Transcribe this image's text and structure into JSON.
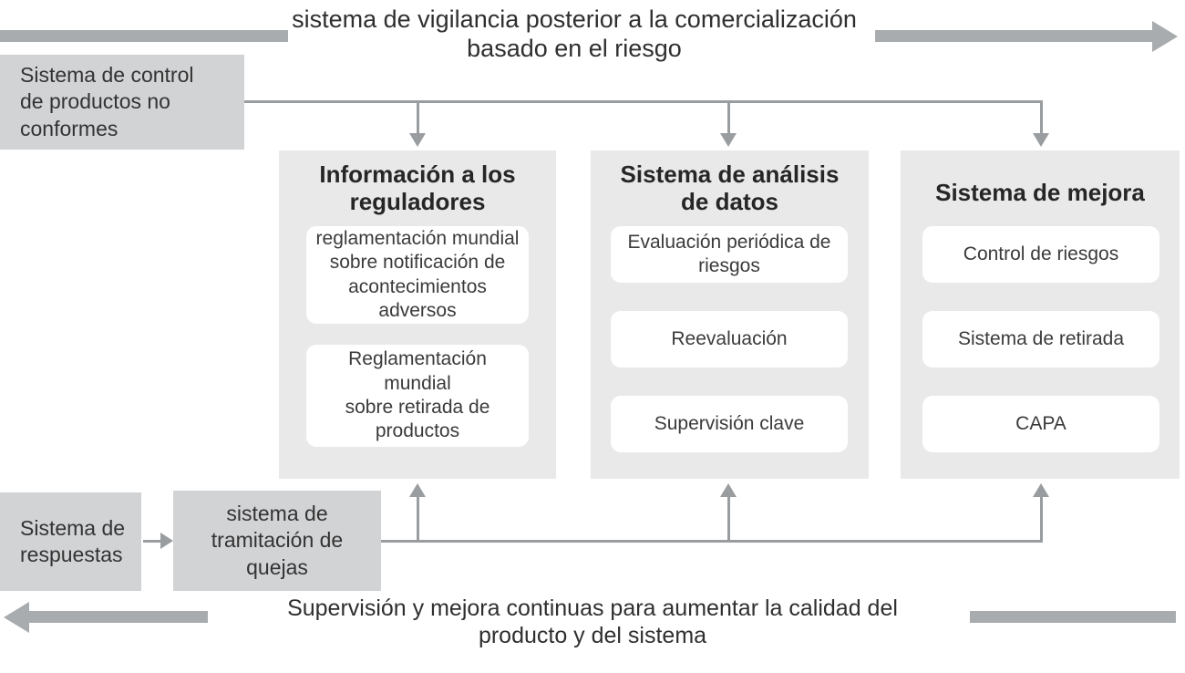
{
  "banners": {
    "top": {
      "caption": "sistema de vigilancia posterior a la comercialización\nbasado en el riesgo",
      "color": "#a9acae",
      "direction": "right"
    },
    "bottom": {
      "caption": "Supervisión y mejora continuas para aumentar la calidad del\nproducto y del sistema",
      "color": "#a9acae",
      "direction": "left"
    }
  },
  "boxes": {
    "nonconforming": {
      "label": "Sistema de control\nde productos no\nconformes"
    },
    "response": {
      "label": "Sistema de\nrespuestas"
    },
    "complaints": {
      "label": "sistema de\ntramitación de\nquejas"
    }
  },
  "columns": [
    {
      "title": "Información a los\nreguladores",
      "cards": [
        {
          "label": "reglamentación mundial\nsobre notificación de\nacontecimientos adversos"
        },
        {
          "label": "Reglamentación mundial\nsobre retirada de\nproductos"
        }
      ]
    },
    {
      "title": "Sistema de análisis\nde datos",
      "cards": [
        {
          "label": "Evaluación periódica de\nriesgos"
        },
        {
          "label": "Reevaluación"
        },
        {
          "label": "Supervisión clave"
        }
      ]
    },
    {
      "title": "Sistema de mejora",
      "cards": [
        {
          "label": "Control de riesgos"
        },
        {
          "label": "Sistema de retirada"
        },
        {
          "label": "CAPA"
        }
      ]
    }
  ],
  "palette": {
    "banner_grey": "#a9acae",
    "box_grey": "#d2d3d5",
    "panel_grey": "#e9e9e9",
    "card_white": "#ffffff",
    "connector_grey": "#9a9da0",
    "text_dark": "#333333"
  }
}
